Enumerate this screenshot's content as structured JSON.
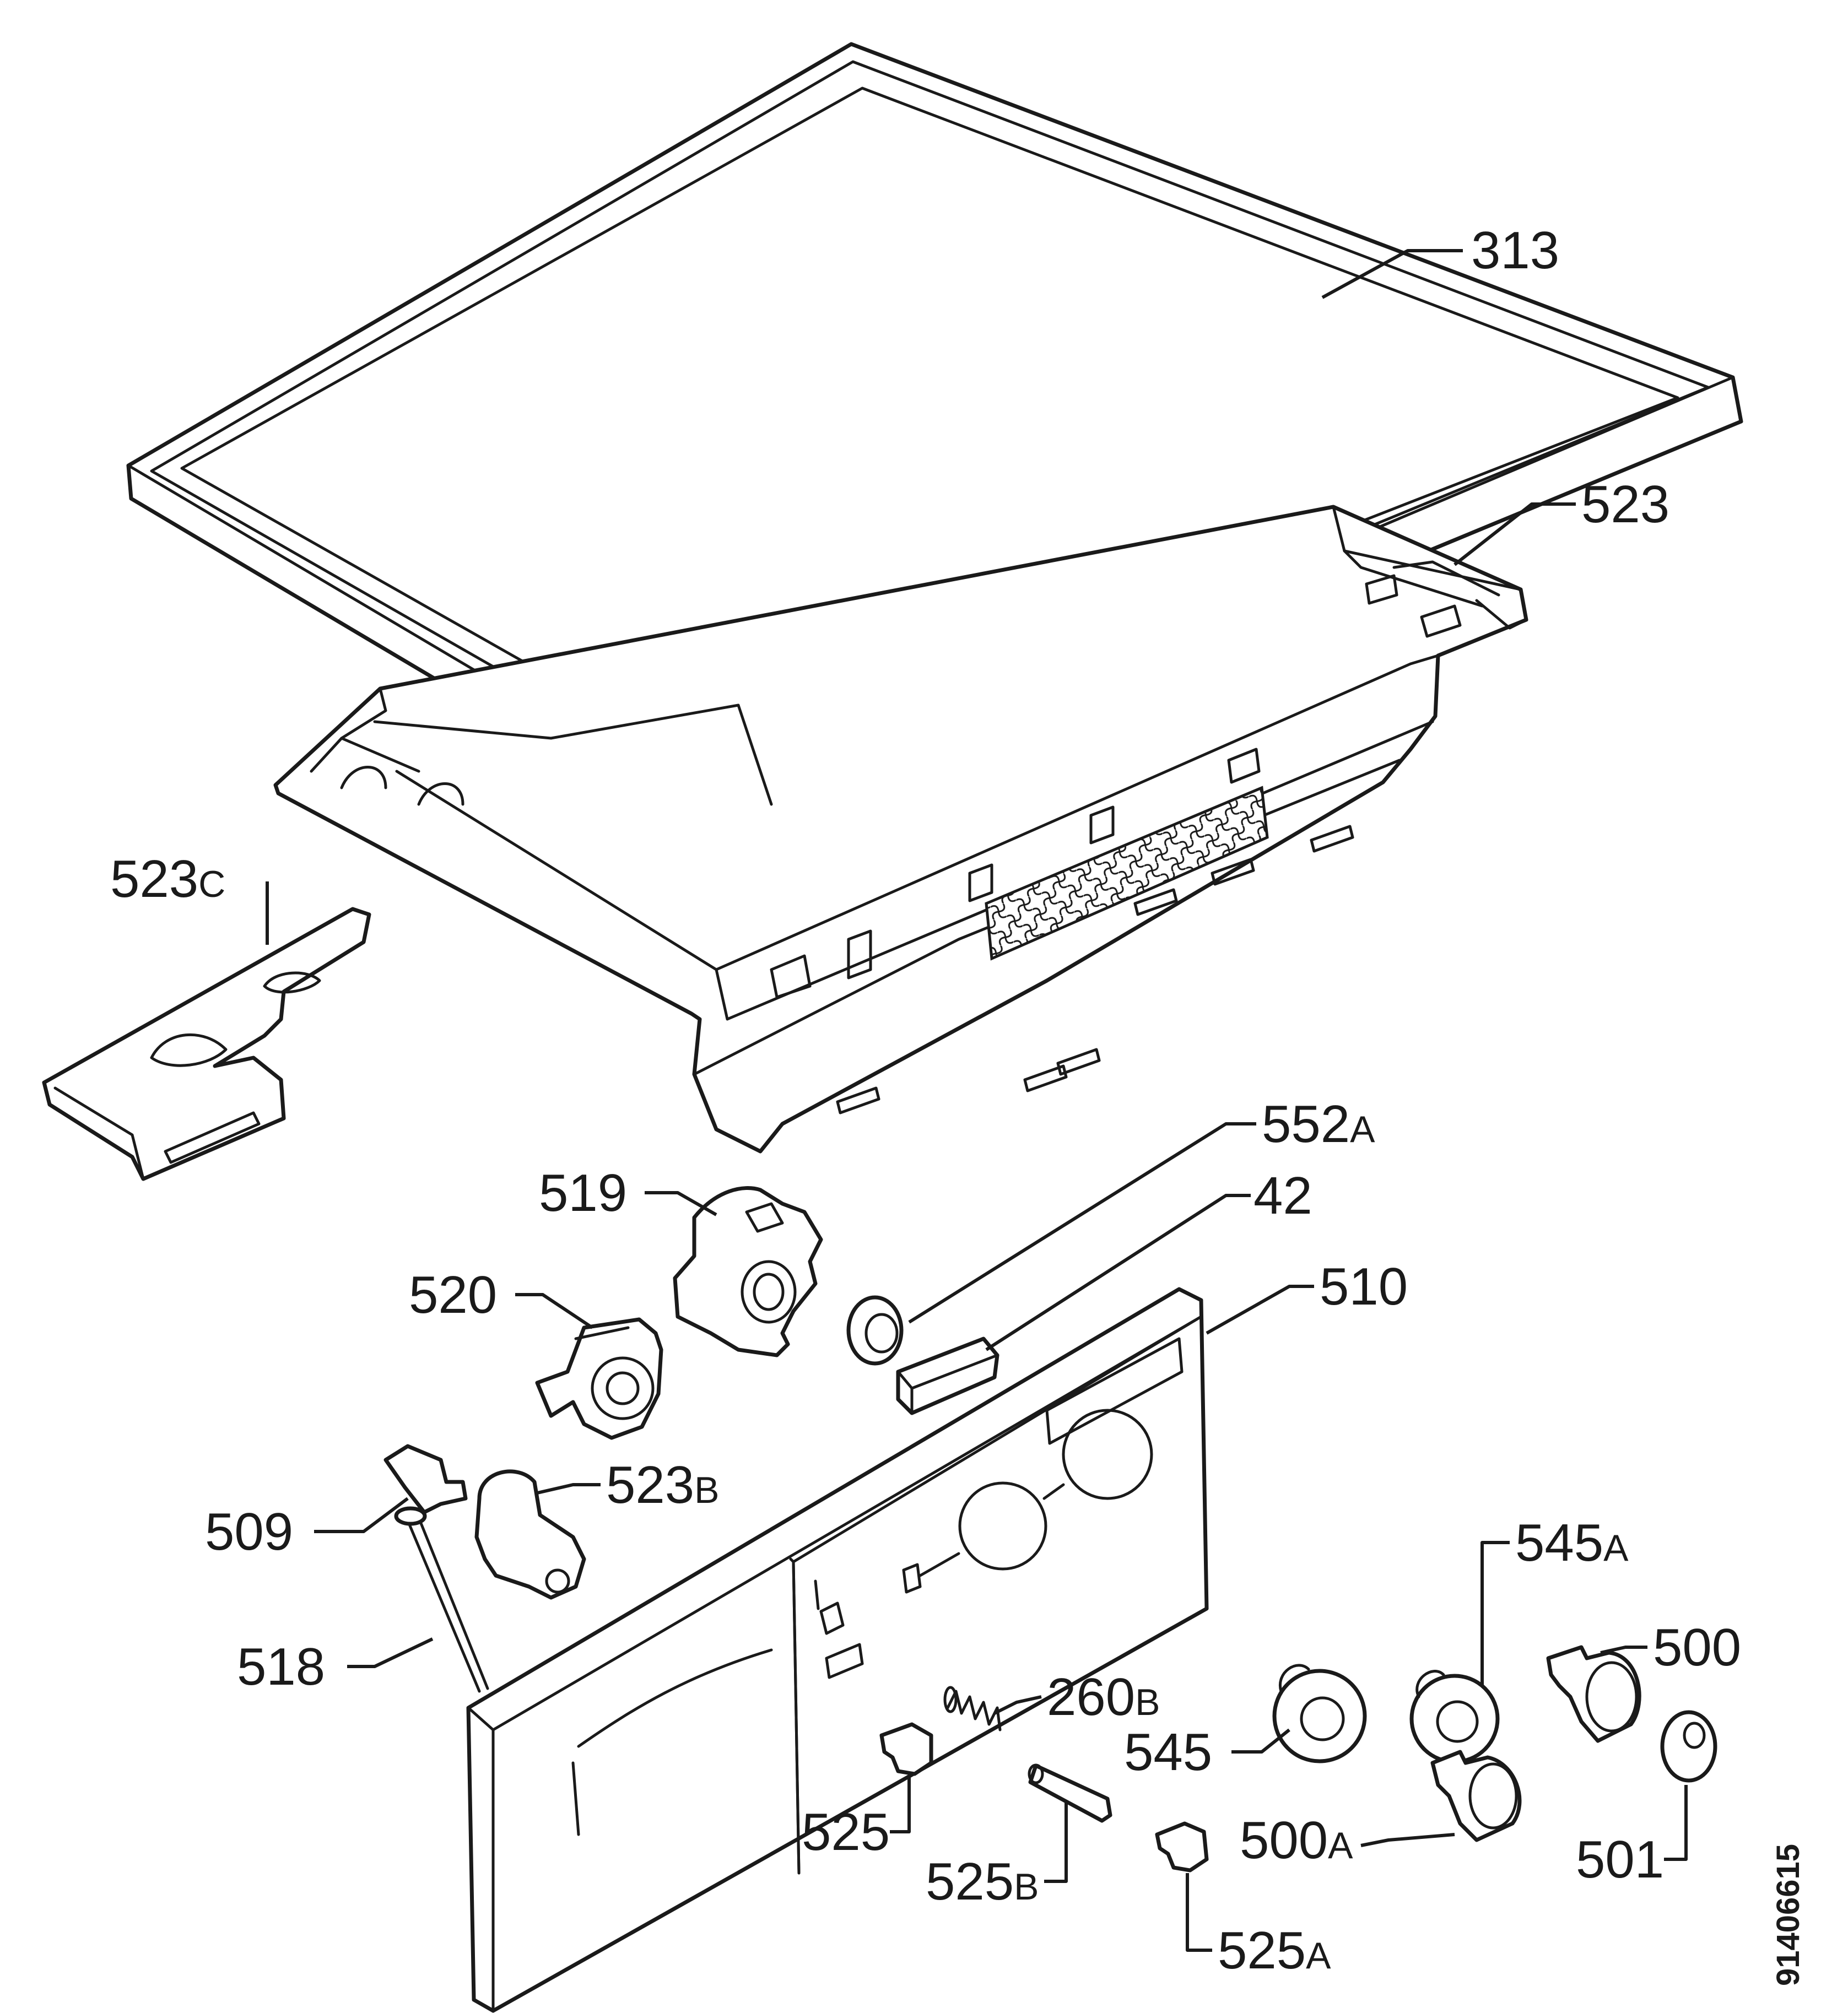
{
  "callouts": {
    "p313": {
      "num": "313",
      "suffix": ""
    },
    "p523": {
      "num": "523",
      "suffix": ""
    },
    "p523c": {
      "num": "523",
      "suffix": "C"
    },
    "p552a": {
      "num": "552",
      "suffix": "A"
    },
    "p42": {
      "num": "42",
      "suffix": ""
    },
    "p519": {
      "num": "519",
      "suffix": ""
    },
    "p510": {
      "num": "510",
      "suffix": ""
    },
    "p520": {
      "num": "520",
      "suffix": ""
    },
    "p523b": {
      "num": "523",
      "suffix": "B"
    },
    "p509": {
      "num": "509",
      "suffix": ""
    },
    "p545a": {
      "num": "545",
      "suffix": "A"
    },
    "p518": {
      "num": "518",
      "suffix": ""
    },
    "p500": {
      "num": "500",
      "suffix": ""
    },
    "p260b": {
      "num": "260",
      "suffix": "B"
    },
    "p545": {
      "num": "545",
      "suffix": ""
    },
    "p525": {
      "num": "525",
      "suffix": ""
    },
    "p500a": {
      "num": "500",
      "suffix": "A"
    },
    "p525b": {
      "num": "525",
      "suffix": "B"
    },
    "p501": {
      "num": "501",
      "suffix": ""
    },
    "p525a": {
      "num": "525",
      "suffix": "A"
    }
  },
  "document_number": "91406615"
}
